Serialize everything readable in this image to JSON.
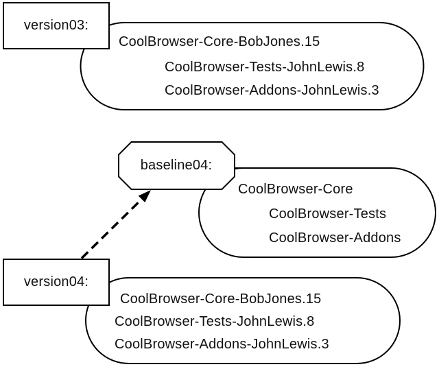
{
  "figure": {
    "title": "version and baseline composition diagram",
    "version03": {
      "label": "version03:",
      "components": [
        "CoolBrowser-Core-BobJones.15",
        "CoolBrowser-Tests-JohnLewis.8",
        "CoolBrowser-Addons-JohnLewis.3"
      ]
    },
    "baseline04": {
      "label": "baseline04:",
      "components": [
        "CoolBrowser-Core",
        "CoolBrowser-Tests",
        "CoolBrowser-Addons"
      ]
    },
    "version04": {
      "label": "version04:",
      "components": [
        "CoolBrowser-Core-BobJones.15",
        "CoolBrowser-Tests-JohnLewis.8",
        "CoolBrowser-Addons-JohnLewis.3"
      ]
    },
    "arrow": {
      "from": "version04",
      "to": "baseline04",
      "style": "dashed"
    }
  },
  "colors": {
    "stroke": "#000000",
    "fill": "#ffffff",
    "text": "#111111"
  }
}
